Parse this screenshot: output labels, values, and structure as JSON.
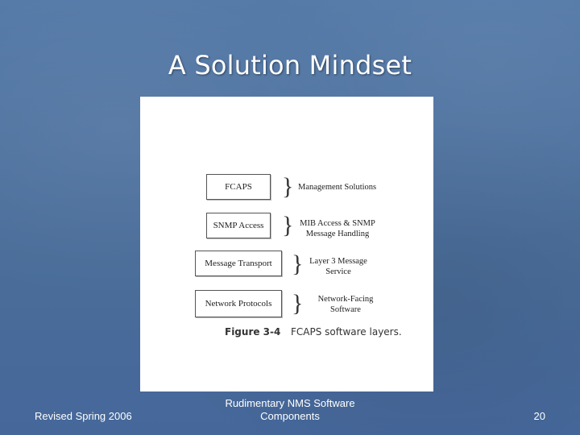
{
  "slide": {
    "title": "A Solution Mindset"
  },
  "figure": {
    "layers": [
      {
        "name": "FCAPS",
        "description": "Management Solutions"
      },
      {
        "name": "SNMP Access",
        "description": "MIB Access & SNMP\nMessage Handling"
      },
      {
        "name": "Message Transport",
        "description": "Layer 3 Message\nService"
      },
      {
        "name": "Network Protocols",
        "description": "Network-Facing\nSoftware"
      }
    ],
    "brace_symbol": "}",
    "caption_label": "Figure 3-4",
    "caption_text": "FCAPS software layers."
  },
  "footer": {
    "left": "Revised Spring 2006",
    "center": "Rudimentary NMS Software\nComponents",
    "page_number": "20"
  }
}
